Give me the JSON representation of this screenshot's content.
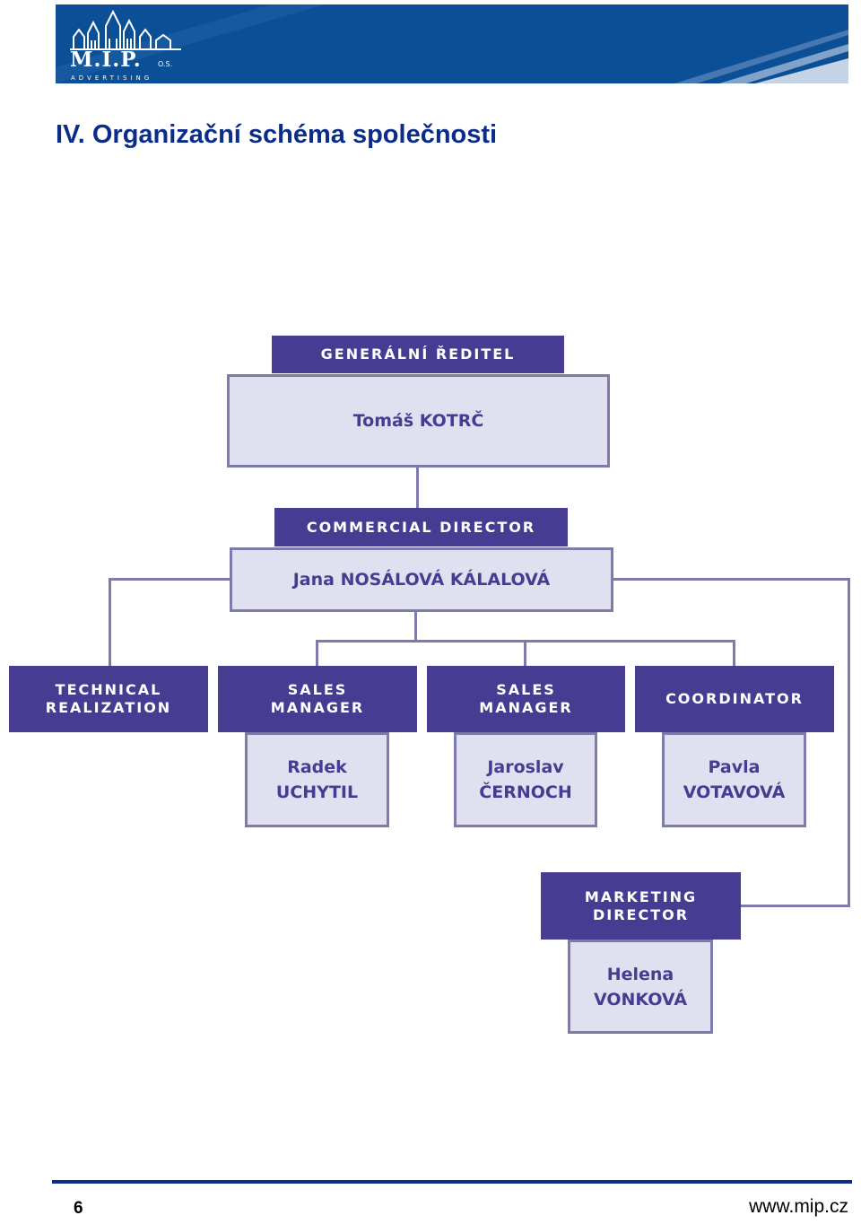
{
  "header": {
    "logo_text": "M.I.P.",
    "logo_suffix": "O.S.",
    "logo_subtitle": "ADVERTISING",
    "colors": {
      "banner": "#0b4f96",
      "title": "#0b2d8a",
      "box_header": "#463d93",
      "box_fill": "#e0e0f0"
    }
  },
  "page_title": "IV. Organizační schéma společnosti",
  "org_chart": {
    "ceo": {
      "title": "GENERÁLNÍ ŘEDITEL",
      "name": "Tomáš KOTRČ"
    },
    "commercial": {
      "title": "COMMERCIAL DIRECTOR",
      "name": "Jana NOSÁLOVÁ KÁLALOVÁ"
    },
    "technical": {
      "title": "TECHNICAL\nREALIZATION"
    },
    "sales1": {
      "title": "SALES\nMANAGER",
      "name": "Radek\nUCHYTIL"
    },
    "sales2": {
      "title": "SALES\nMANAGER",
      "name": "Jaroslav\nČERNOCH"
    },
    "coordinator": {
      "title": "COORDINATOR",
      "name": "Pavla\nVOTAVOVÁ"
    },
    "marketing": {
      "title": "MARKETING\nDIRECTOR",
      "name": "Helena\nVONKOVÁ"
    }
  },
  "footer": {
    "page_number": "6",
    "website": "www.mip.cz"
  }
}
